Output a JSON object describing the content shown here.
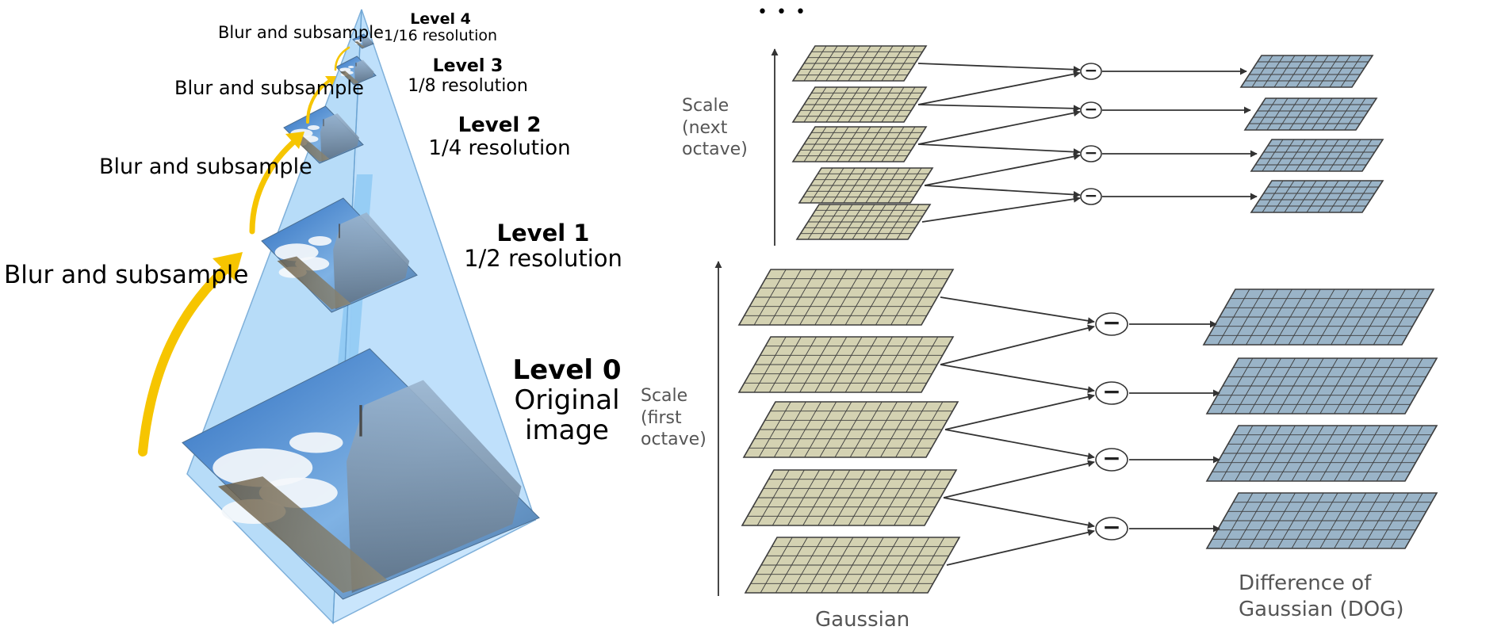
{
  "pyramid": {
    "blur_label": "Blur and subsample",
    "levels": [
      {
        "title": "Level 0",
        "lines": [
          "Original",
          "image"
        ]
      },
      {
        "title": "Level 1",
        "lines": [
          "1/2 resolution"
        ]
      },
      {
        "title": "Level 2",
        "lines": [
          "1/4 resolution"
        ]
      },
      {
        "title": "Level 3",
        "lines": [
          "1/8 resolution"
        ]
      },
      {
        "title": "Level 4",
        "lines": [
          "1/16 resolution"
        ]
      }
    ]
  },
  "dog": {
    "ellipsis": "• • •",
    "next_octave_label": [
      "Scale",
      "(next",
      "octave)"
    ],
    "first_octave_label": [
      "Scale",
      "(first",
      "octave)"
    ],
    "minus_symbol": "−",
    "gaussian_label": "Gaussian",
    "dog_label": [
      "Difference of",
      "Gaussian (DOG)"
    ]
  },
  "colors": {
    "pyramid_fill": "#9fd0f5",
    "arrow_yellow": "#f6c500",
    "gaussian_cell": "#d4d2b2",
    "dog_cell": "#9ab4c8",
    "grid_line": "#3d3d3d"
  }
}
